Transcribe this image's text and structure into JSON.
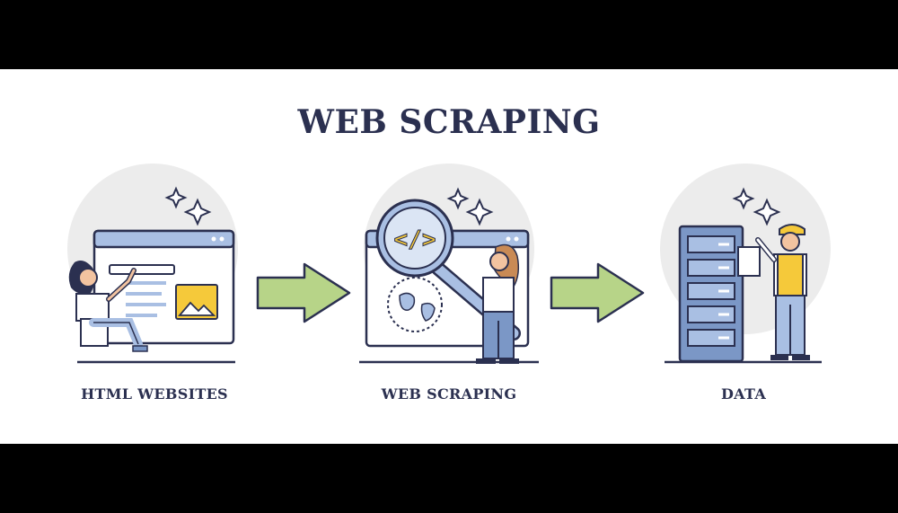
{
  "title": "WEB SCRAPING",
  "steps": [
    {
      "label": "HTML WEBSITES",
      "icon": "browser-window-with-person-icon"
    },
    {
      "label": "WEB SCRAPING",
      "icon": "magnifying-glass-code-icon"
    },
    {
      "label": "DATA",
      "icon": "server-rack-with-worker-icon"
    }
  ],
  "arrows": [
    "right-arrow-icon",
    "right-arrow-icon"
  ],
  "colors": {
    "outline": "#2b3050",
    "blue": "#a9bfe3",
    "blue_dark": "#7b97c6",
    "green": "#b7d488",
    "yellow": "#f5c93a",
    "circle_bg": "#ececec",
    "skin": "#f2c3a0"
  }
}
